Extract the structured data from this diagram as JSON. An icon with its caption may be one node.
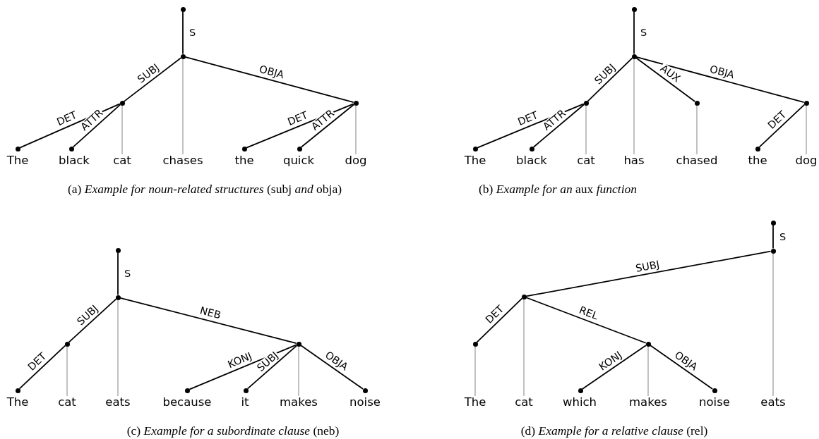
{
  "diagram": {
    "nodes": [
      {
        "text": [],
        "shape": "circle"
      },
      {
        "text": [],
        "shape": "circle"
      },
      {
        "text": [],
        "shape": "circle"
      },
      {
        "text": [],
        "shape": "circle"
      },
      {
        "text": [],
        "shape": "circle"
      },
      {
        "text": [],
        "shape": "circle"
      },
      {
        "text": [],
        "shape": "circle"
      },
      {
        "text": [],
        "shape": "circle"
      },
      {
        "text": [
          "The"
        ]
      },
      {
        "text": [
          "black"
        ]
      },
      {
        "text": [
          "cat"
        ]
      },
      {
        "text": [
          "chases"
        ]
      },
      {
        "text": [
          "the"
        ]
      },
      {
        "text": [
          "quick"
        ]
      },
      {
        "text": [
          "dog"
        ]
      },
      {
        "text": [],
        "shape": "circle"
      },
      {
        "text": [],
        "shape": "circle"
      },
      {
        "text": [],
        "shape": "circle"
      },
      {
        "text": [],
        "shape": "circle"
      },
      {
        "text": [],
        "shape": "circle"
      },
      {
        "text": [],
        "shape": "circle"
      },
      {
        "text": [],
        "shape": "circle"
      },
      {
        "text": [],
        "shape": "circle"
      },
      {
        "text": [
          "The"
        ]
      },
      {
        "text": [
          "black"
        ]
      },
      {
        "text": [
          "cat"
        ]
      },
      {
        "text": [
          "has"
        ]
      },
      {
        "text": [
          "chased"
        ]
      },
      {
        "text": [
          "the"
        ]
      },
      {
        "text": [
          "dog"
        ]
      },
      {
        "text": [],
        "shape": "circle"
      },
      {
        "text": [],
        "shape": "circle"
      },
      {
        "text": [],
        "shape": "circle"
      },
      {
        "text": [],
        "shape": "circle"
      },
      {
        "text": [],
        "shape": "circle"
      },
      {
        "text": [],
        "shape": "circle"
      },
      {
        "text": [],
        "shape": "circle"
      },
      {
        "text": [],
        "shape": "circle"
      },
      {
        "text": [
          "The"
        ]
      },
      {
        "text": [
          "cat"
        ]
      },
      {
        "text": [
          "eats"
        ]
      },
      {
        "text": [
          "because"
        ]
      },
      {
        "text": [
          "it"
        ]
      },
      {
        "text": [
          "makes"
        ]
      },
      {
        "text": [
          "noise"
        ]
      },
      {
        "text": [],
        "shape": "circle"
      },
      {
        "text": [],
        "shape": "circle"
      },
      {
        "text": [],
        "shape": "circle"
      },
      {
        "text": [],
        "shape": "circle"
      },
      {
        "text": [],
        "shape": "circle"
      },
      {
        "text": [],
        "shape": "circle"
      },
      {
        "text": [],
        "shape": "circle"
      },
      {
        "text": [
          "The"
        ]
      },
      {
        "text": [
          "cat"
        ]
      },
      {
        "text": [
          "which"
        ]
      },
      {
        "text": [
          "makes"
        ]
      },
      {
        "text": [
          "noise"
        ]
      },
      {
        "text": [
          "eats"
        ]
      }
    ],
    "edges": [
      {
        "from": 0,
        "to": 1,
        "arrow": "none",
        "label": "S"
      },
      {
        "from": 1,
        "to": 2,
        "arrow": "none",
        "label": "SUBJ"
      },
      {
        "from": 1,
        "to": 3,
        "arrow": "none",
        "label": "OBJA"
      },
      {
        "from": 2,
        "to": 4,
        "arrow": "none",
        "label": "DET"
      },
      {
        "from": 2,
        "to": 5,
        "arrow": "none",
        "label": "ATTR"
      },
      {
        "from": 3,
        "to": 6,
        "arrow": "none",
        "label": "DET"
      },
      {
        "from": 3,
        "to": 7,
        "arrow": "none",
        "label": "ATTR"
      },
      {
        "from": 2,
        "to": 10,
        "arrow": "none",
        "color": "#bbbbbb"
      },
      {
        "from": 1,
        "to": 11,
        "arrow": "none",
        "color": "#bbbbbb"
      },
      {
        "from": 3,
        "to": 14,
        "arrow": "none",
        "color": "#bbbbbb"
      },
      {
        "from": 15,
        "to": 16,
        "arrow": "none",
        "label": "S"
      },
      {
        "from": 16,
        "to": 17,
        "arrow": "none",
        "label": "SUBJ"
      },
      {
        "from": 16,
        "to": 18,
        "arrow": "none",
        "label": "AUX"
      },
      {
        "from": 16,
        "to": 19,
        "arrow": "none",
        "label": "OBJA"
      },
      {
        "from": 17,
        "to": 20,
        "arrow": "none",
        "label": "DET"
      },
      {
        "from": 17,
        "to": 21,
        "arrow": "none",
        "label": "ATTR"
      },
      {
        "from": 19,
        "to": 22,
        "arrow": "none",
        "label": "DET"
      },
      {
        "from": 17,
        "to": 25,
        "arrow": "none",
        "color": "#bbbbbb"
      },
      {
        "from": 16,
        "to": 26,
        "arrow": "none",
        "color": "#bbbbbb"
      },
      {
        "from": 18,
        "to": 27,
        "arrow": "none",
        "color": "#bbbbbb"
      },
      {
        "from": 19,
        "to": 29,
        "arrow": "none",
        "color": "#bbbbbb"
      },
      {
        "from": 30,
        "to": 31,
        "arrow": "none",
        "label": "S"
      },
      {
        "from": 31,
        "to": 32,
        "arrow": "none",
        "label": "SUBJ"
      },
      {
        "from": 31,
        "to": 33,
        "arrow": "none",
        "label": "NEB"
      },
      {
        "from": 32,
        "to": 34,
        "arrow": "none",
        "label": "DET"
      },
      {
        "from": 33,
        "to": 35,
        "arrow": "none",
        "label": "KONJ"
      },
      {
        "from": 33,
        "to": 36,
        "arrow": "none",
        "label": "SUBJ"
      },
      {
        "from": 33,
        "to": 37,
        "arrow": "none",
        "label": "OBJA"
      },
      {
        "from": 32,
        "to": 39,
        "arrow": "none",
        "color": "#bbbbbb"
      },
      {
        "from": 31,
        "to": 40,
        "arrow": "none",
        "color": "#bbbbbb"
      },
      {
        "from": 33,
        "to": 43,
        "arrow": "none",
        "color": "#bbbbbb"
      },
      {
        "from": 45,
        "to": 46,
        "arrow": "none",
        "label": "S"
      },
      {
        "from": 46,
        "to": 47,
        "arrow": "none",
        "label": "SUBJ"
      },
      {
        "from": 47,
        "to": 48,
        "arrow": "none",
        "label": "DET"
      },
      {
        "from": 47,
        "to": 49,
        "arrow": "none",
        "label": "REL"
      },
      {
        "from": 49,
        "to": 50,
        "arrow": "none",
        "label": "KONJ"
      },
      {
        "from": 49,
        "to": 51,
        "arrow": "none",
        "label": "OBJA"
      },
      {
        "from": 48,
        "to": 52,
        "arrow": "none",
        "color": "#bbbbbb"
      },
      {
        "from": 47,
        "to": 53,
        "arrow": "none",
        "color": "#bbbbbb"
      },
      {
        "from": 49,
        "to": 55,
        "arrow": "none",
        "color": "#bbbbbb"
      },
      {
        "from": 46,
        "to": 57,
        "arrow": "none",
        "color": "#bbbbbb"
      }
    ],
    "labels": [
      "(a) *Example for noun-related structures* (subj *and* obja)",
      "(b) *Example for an* aux *function*",
      "(c) *Example for a subordinate clause* (neb)",
      "(d) *Example for a relative clause* (rel)"
    ]
  }
}
